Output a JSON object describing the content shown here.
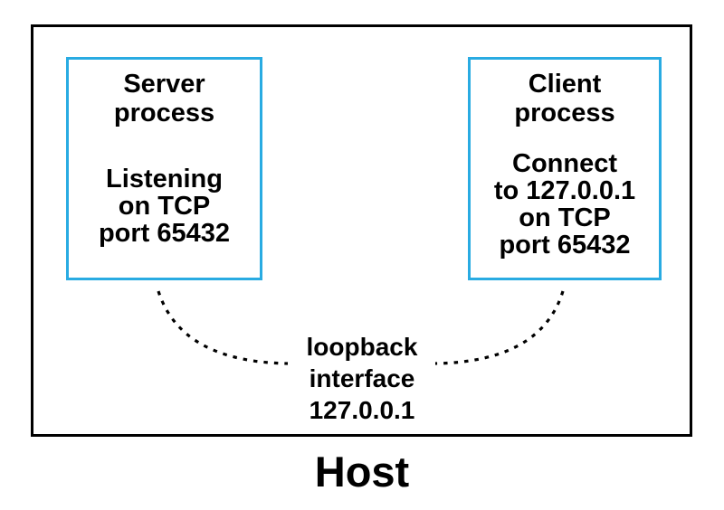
{
  "host_label": "Host",
  "server_box": {
    "title": "Server\nprocess",
    "detail": "Listening\non TCP\nport 65432"
  },
  "client_box": {
    "title": "Client\nprocess",
    "detail": "Connect\nto 127.0.0.1\non TCP\nport 65432"
  },
  "loopback_label": "loopback\ninterface\n127.0.0.1",
  "colors": {
    "process_box_border": "#29abe2",
    "host_box_border": "#000000",
    "connection_line": "#000000",
    "text_color": "#000000",
    "background": "#ffffff"
  }
}
